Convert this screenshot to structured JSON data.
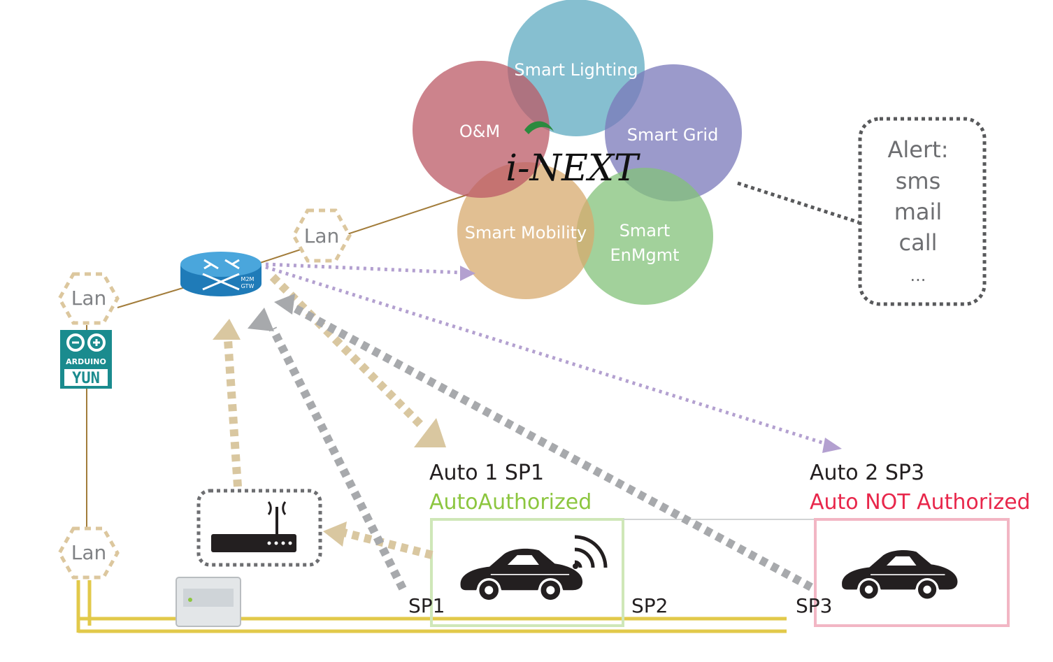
{
  "hub": {
    "logo": "i-NEXT",
    "domains": [
      "Smart Lighting",
      "Smart Grid",
      "Smart EnMgmt",
      "Smart Mobility",
      "O&M"
    ],
    "enmgmt_lines": [
      "Smart",
      "EnMgmt"
    ]
  },
  "alert": {
    "lines": [
      "Alert:",
      "sms",
      "mail",
      "call",
      "..."
    ]
  },
  "lan": {
    "label": "Lan"
  },
  "arduino": {
    "line1": "ARDUINO",
    "line2": "YUN"
  },
  "router": {
    "sublabel1": "M2M",
    "sublabel2": "GTW"
  },
  "cars": {
    "auto1": {
      "title": "Auto 1 SP1",
      "status": "AutoAuthorized",
      "status_color": "#8cc63f"
    },
    "auto2": {
      "title": "Auto 2 SP3",
      "status": "Auto NOT Authorized",
      "status_color": "#e8274b"
    }
  },
  "spots": [
    "SP1",
    "SP2",
    "SP3"
  ],
  "colors": {
    "lighting": "#5ea9c0",
    "grid": "#7a78b9",
    "enmgmt": "#83c27a",
    "mobility": "#d7a96d",
    "om": "#bb5a65",
    "tan_arrow": "#d9c7a0",
    "gray_arrow": "#a7a9ac",
    "purple_arrow": "#b3a0d0",
    "rail": "#e2c94a",
    "lan_ring": "#dcc79e"
  }
}
